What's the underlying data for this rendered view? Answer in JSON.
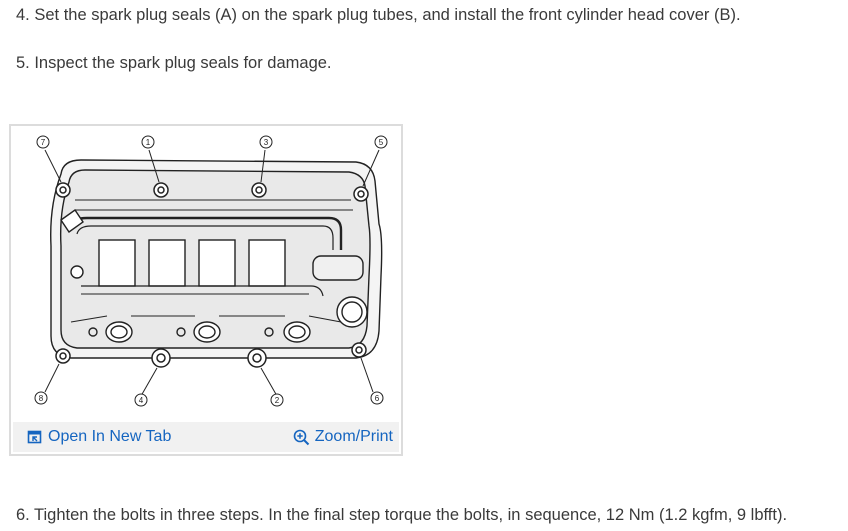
{
  "steps": {
    "step4": "4. Set the spark plug seals (A) on the spark plug tubes, and install the front cylinder head cover (B).",
    "step5": "5. Inspect the spark plug seals for damage.",
    "step6": "6. Tighten the bolts in three steps. In the final step torque the bolts, in sequence, 12 Nm (1.2 kgfm, 9 lbfft)."
  },
  "figure": {
    "callouts": [
      "7",
      "1",
      "3",
      "5",
      "8",
      "4",
      "2",
      "6"
    ],
    "toolbar": {
      "open_tab_label": "Open In New Tab",
      "zoom_label": "Zoom/Print",
      "open_tab_icon": "new-tab-icon",
      "zoom_icon": "zoom-in-icon",
      "link_color": "#1565c0"
    }
  }
}
